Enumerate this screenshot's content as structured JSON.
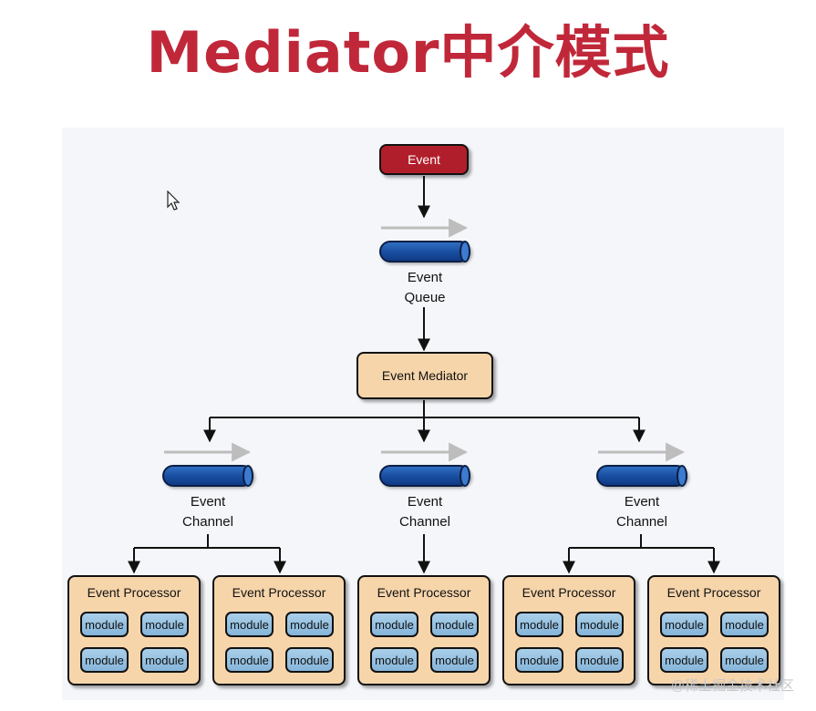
{
  "title": "Mediator中介模式",
  "colors": {
    "title": "#c0283a",
    "event": "#b11e2b",
    "box_fill": "#f7d5ab",
    "pipe": "#1a4fa2",
    "module": "#9cc6e6",
    "line": "#111111",
    "flow_arrow": "#bdbdbd"
  },
  "diagram": {
    "event": "Event",
    "event_queue": "Event\nQueue",
    "mediator": "Event Mediator",
    "channels": [
      {
        "label": "Event\nChannel"
      },
      {
        "label": "Event\nChannel"
      },
      {
        "label": "Event\nChannel"
      }
    ],
    "processors": [
      {
        "title": "Event Processor",
        "modules": [
          "module",
          "module",
          "module",
          "module"
        ]
      },
      {
        "title": "Event Processor",
        "modules": [
          "module",
          "module",
          "module",
          "module"
        ]
      },
      {
        "title": "Event Processor",
        "modules": [
          "module",
          "module",
          "module",
          "module"
        ]
      },
      {
        "title": "Event Processor",
        "modules": [
          "module",
          "module",
          "module",
          "module"
        ]
      },
      {
        "title": "Event Processor",
        "modules": [
          "module",
          "module",
          "module",
          "module"
        ]
      }
    ]
  },
  "watermark": "@稀土掘金技术社区",
  "icons": {
    "cursor": "mouse-pointer-icon"
  }
}
